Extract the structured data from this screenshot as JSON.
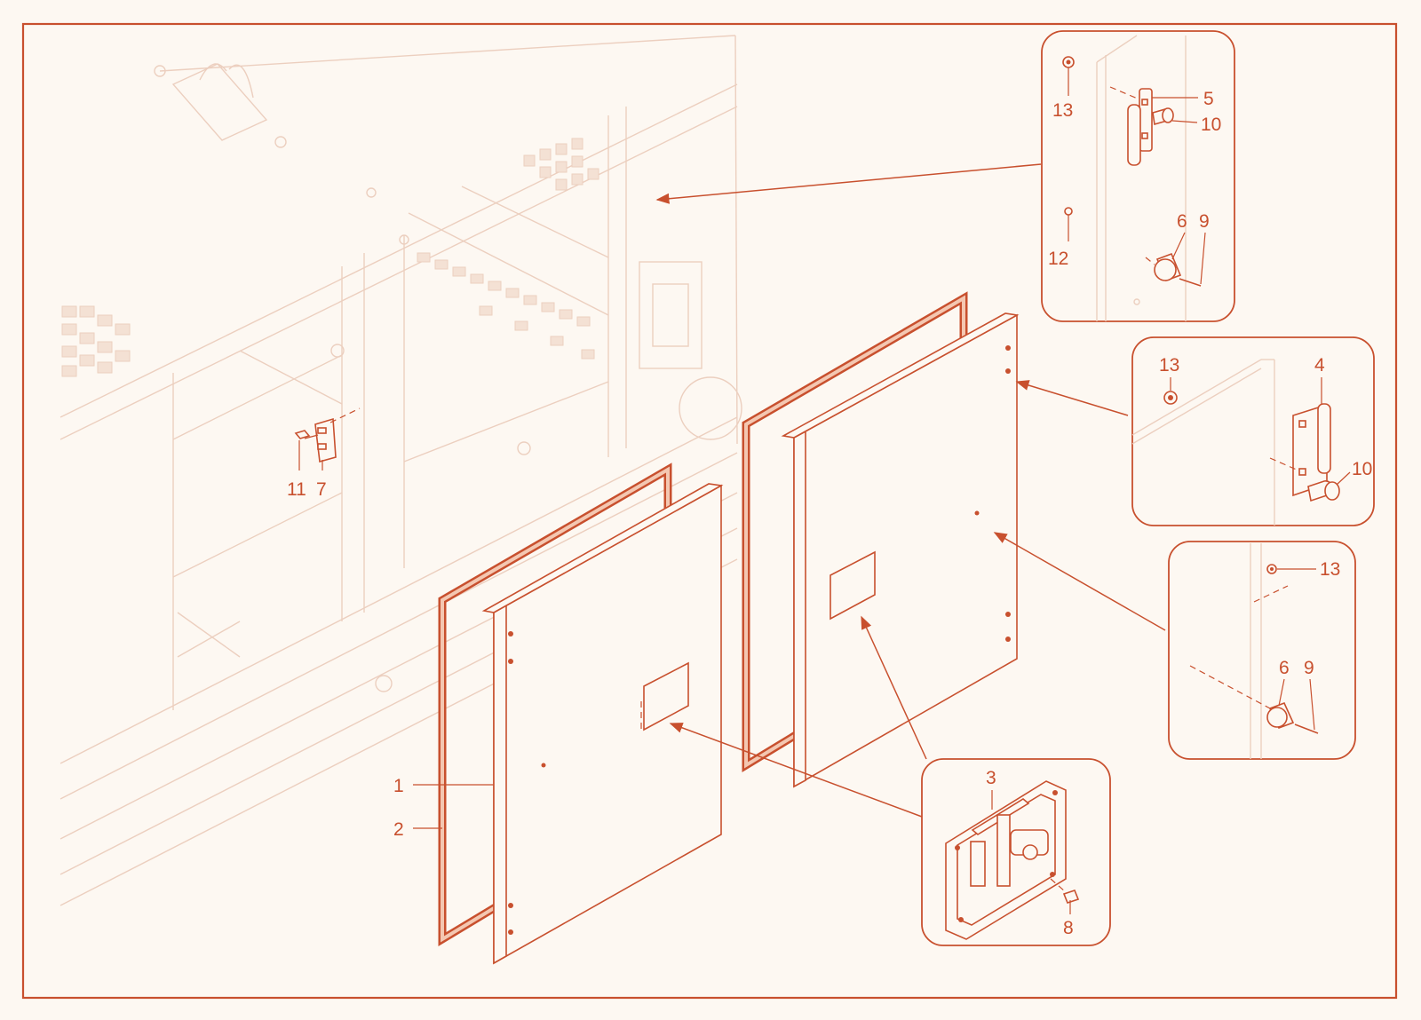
{
  "colors": {
    "accent": "#c8502e",
    "background": "#fdf8f2",
    "ghost_lines": "#eccfbf"
  },
  "callouts": {
    "c1": "1",
    "c2": "2",
    "c3": "3",
    "c4": "4",
    "c5": "5",
    "c6a": "6",
    "c6b": "6",
    "c7": "7",
    "c8": "8",
    "c9a": "9",
    "c9b": "9",
    "c10a": "10",
    "c10b": "10",
    "c11": "11",
    "c12": "12",
    "c13a": "13",
    "c13b": "13",
    "c13c": "13"
  }
}
